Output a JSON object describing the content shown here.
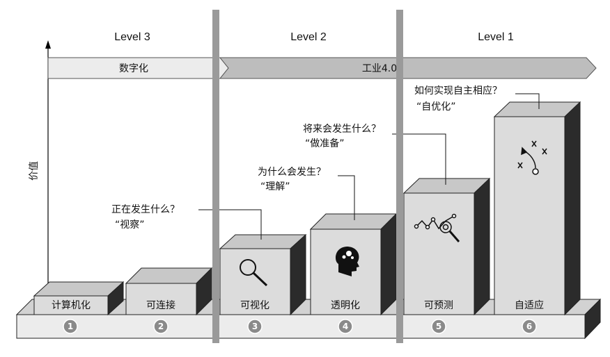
{
  "levels": [
    "Level 3",
    "Level 2",
    "Level 1"
  ],
  "bands": {
    "digitization": "数字化",
    "industry40": "工业4.0"
  },
  "axis": {
    "ylabel": "价值"
  },
  "stages": [
    {
      "number": "1",
      "label": "计算机化",
      "icon": null
    },
    {
      "number": "2",
      "label": "可连接",
      "icon": null
    },
    {
      "number": "3",
      "label": "可视化",
      "question": "正在发生什么？",
      "answer": "“视察”",
      "icon": "magnifier-icon"
    },
    {
      "number": "4",
      "label": "透明化",
      "question": "为什么会发生？",
      "answer": "“理解”",
      "icon": "head-gears-icon"
    },
    {
      "number": "5",
      "label": "可预测",
      "question": "将来会发生什么？",
      "answer": "“做准备”",
      "icon": "trend-analysis-icon"
    },
    {
      "number": "6",
      "label": "自适应",
      "question": "如何实现自主相应？",
      "answer": "“自优化”",
      "icon": "strategy-play-icon"
    }
  ],
  "colors": {
    "face": "#dcdcdc",
    "top": "#c8c8c8",
    "side": "#2b2b2b",
    "divider": "#9a9a9a",
    "band": "#bdbdbd",
    "band_light": "#ececec",
    "badge": "#8a8a8a"
  }
}
